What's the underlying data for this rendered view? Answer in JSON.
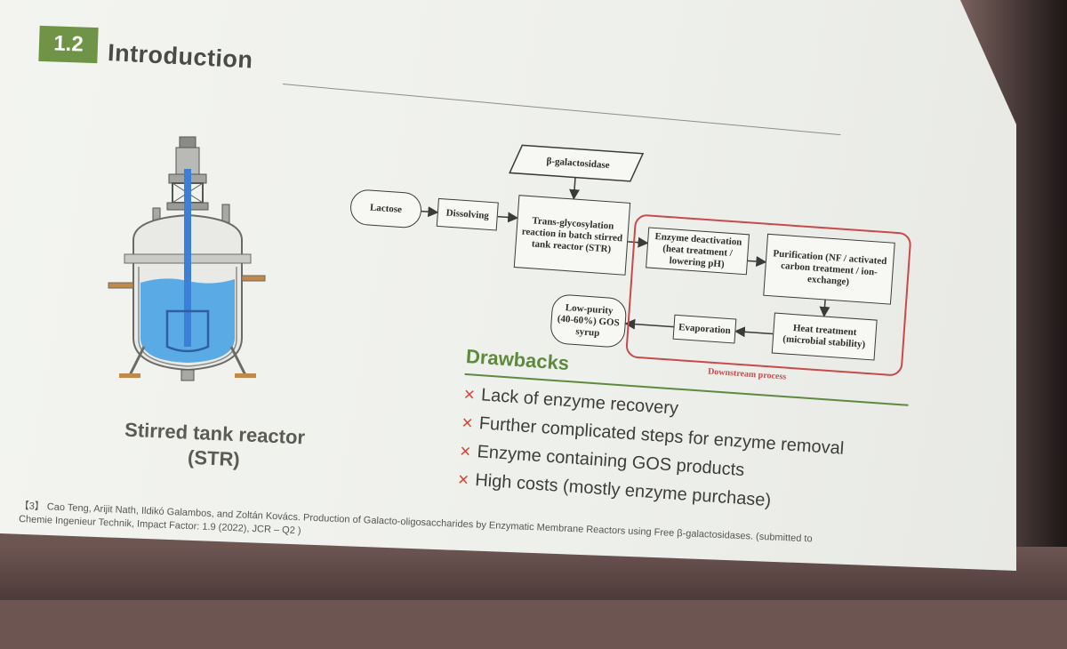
{
  "heading": {
    "number": "1.2",
    "title": "Introduction"
  },
  "reactor": {
    "caption_line1": "Stirred tank reactor",
    "caption_line2": "(STR)"
  },
  "flowchart": {
    "enzyme": "β-galactosidase",
    "lactose": "Lactose",
    "dissolving": "Dissolving",
    "reaction": "Trans-glycosylation reaction in batch stirred tank reactor (STR)",
    "deactivation": "Enzyme deactivation (heat treatment / lowering pH)",
    "purification": "Purification (NF / activated carbon treatment / ion-exchange)",
    "heat_treatment": "Heat treatment (microbial stability)",
    "evaporation": "Evaporation",
    "product": "Low-purity (40-60%) GOS syrup",
    "downstream_label": "Downstream process",
    "frame_color": "#c84a4a"
  },
  "drawbacks": {
    "title": "Drawbacks",
    "items": [
      "Lack of enzyme recovery",
      "Further complicated steps for enzyme removal",
      "Enzyme containing GOS products",
      "High costs (mostly enzyme purchase)"
    ],
    "accent_color": "#5e8a3e",
    "marker_color": "#d04a3a"
  },
  "reference": {
    "line1": "【3】 Cao Teng, Arijit Nath, Ildikó Galambos, and Zoltán Kovács. Production of Galacto-oligosaccharides by Enzymatic Membrane Reactors using Free β-galactosidases. (submitted to",
    "line2": "Chemie Ingenieur Technik,  Impact Factor: 1.9 (2022), JCR – Q2 )"
  },
  "colors": {
    "badge": "#6f9447",
    "liquid": "#4aa3e6"
  }
}
